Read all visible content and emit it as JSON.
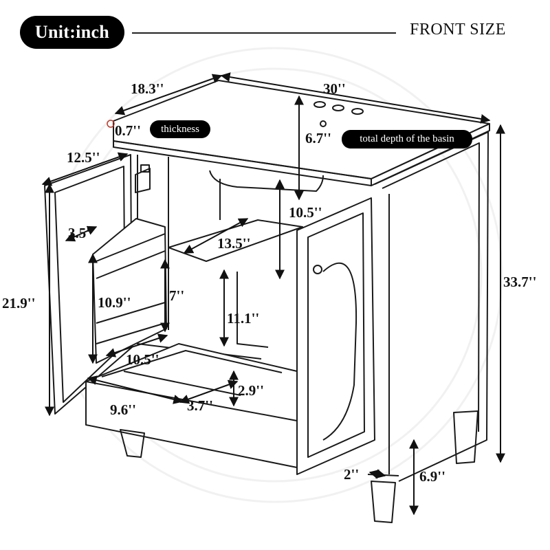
{
  "header": {
    "unit_label": "Unit:inch",
    "view_title": "FRONT SIZE"
  },
  "callouts": {
    "thickness": "thickness",
    "basin_depth": "total depth of the basin"
  },
  "dimensions": {
    "top_depth": "18.3''",
    "top_width": "30''",
    "top_thickness": "0.7''",
    "basin_depth": "6.7''",
    "door_width": "12.5''",
    "basin_clearance": "10.5''",
    "shelf_width": "13.5''",
    "rail_spacing": "3.5''",
    "cabinet_height": "21.9''",
    "compartment_height": "10.9''",
    "panel_height": "7''",
    "center_height": "11.1''",
    "drawer_width": "10.5''",
    "drawer_height": "2.9''",
    "drawer_inner_width": "9.6''",
    "drawer_inner_depth": "3.7''",
    "total_height": "33.7''",
    "leg_width": "2''",
    "leg_height": "6.9''"
  },
  "colors": {
    "line": "#1a1a1a",
    "badge": "#000000",
    "badge_text": "#ffffff"
  }
}
